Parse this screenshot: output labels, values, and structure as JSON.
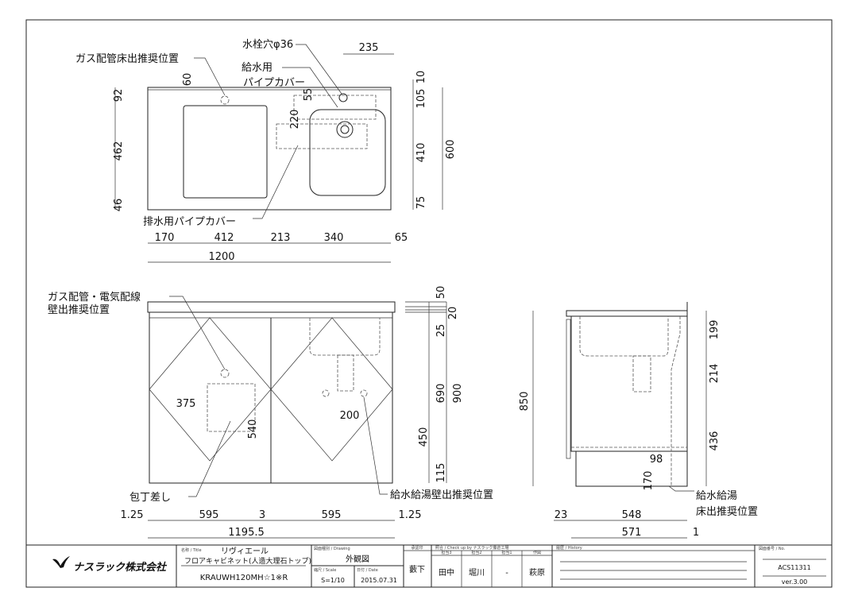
{
  "top_view": {
    "labels": {
      "gas_floor": "ガス配管床出推奨位置",
      "faucet_hole": "水栓穴φ36",
      "supply_cover_1": "給水用",
      "supply_cover_2": "パイプカバー",
      "drain_cover": "排水用パイプカバー"
    },
    "dims": {
      "d92": "92",
      "d462": "462",
      "d46": "46",
      "d60": "60",
      "d55": "55",
      "d220": "220",
      "d235": "235",
      "d10": "10",
      "d105": "105",
      "d410": "410",
      "d75": "75",
      "d600": "600",
      "d170": "170",
      "d412": "412",
      "d213": "213",
      "d340": "340",
      "d65": "65",
      "d1200": "1200"
    }
  },
  "front_view": {
    "labels": {
      "gas_elec_1": "ガス配管・電気配線",
      "gas_elec_2": "壁出推奨位置",
      "knife": "包丁差し",
      "water_wall": "給水給湯壁出推奨位置"
    },
    "dims": {
      "d375": "375",
      "d540": "540",
      "d200": "200",
      "d50": "50",
      "d20": "20",
      "d25": "25",
      "d690": "690",
      "d900": "900",
      "d450": "450",
      "d115": "115",
      "l125": "1.25",
      "d595a": "595",
      "d3": "3",
      "d595b": "595",
      "r125": "1.25",
      "d1195": "1195.5"
    }
  },
  "side_view": {
    "labels": {
      "water_floor_1": "給水給湯",
      "water_floor_2": "床出推奨位置"
    },
    "dims": {
      "d850": "850",
      "d199": "199",
      "d214": "214",
      "d436": "436",
      "d98": "98",
      "d170": "170",
      "d23": "23",
      "d548": "548",
      "d571": "571",
      "d1": "1"
    }
  },
  "title_block": {
    "company": "ナスラック株式会社",
    "title_caption": "名称 / Title",
    "title_1": "リヴィエール",
    "title_2": "フロアキャビネット(人造大理石トップ)",
    "model": "KRAUWH120MH☆1※R",
    "drawing_caption": "図面種別 / Drawing",
    "drawing": "外観図",
    "scale_caption": "縮尺 / Scale",
    "scale": "S=1/10",
    "date_caption": "日付 / Date",
    "date": "2015.07.31",
    "approval_caption": "承認印",
    "approver": "藪下",
    "check_caption": "照合 / Check up by ナスラック藤倉工場",
    "check_roles": [
      "担当3",
      "担当2",
      "担当1",
      "作図"
    ],
    "check_names": [
      "田中",
      "堀川",
      "-",
      "萩原"
    ],
    "history_caption": "履歴 / History",
    "no_caption": "図面番号 / No.",
    "number": "ACS11311",
    "version": "ver.3.00"
  }
}
